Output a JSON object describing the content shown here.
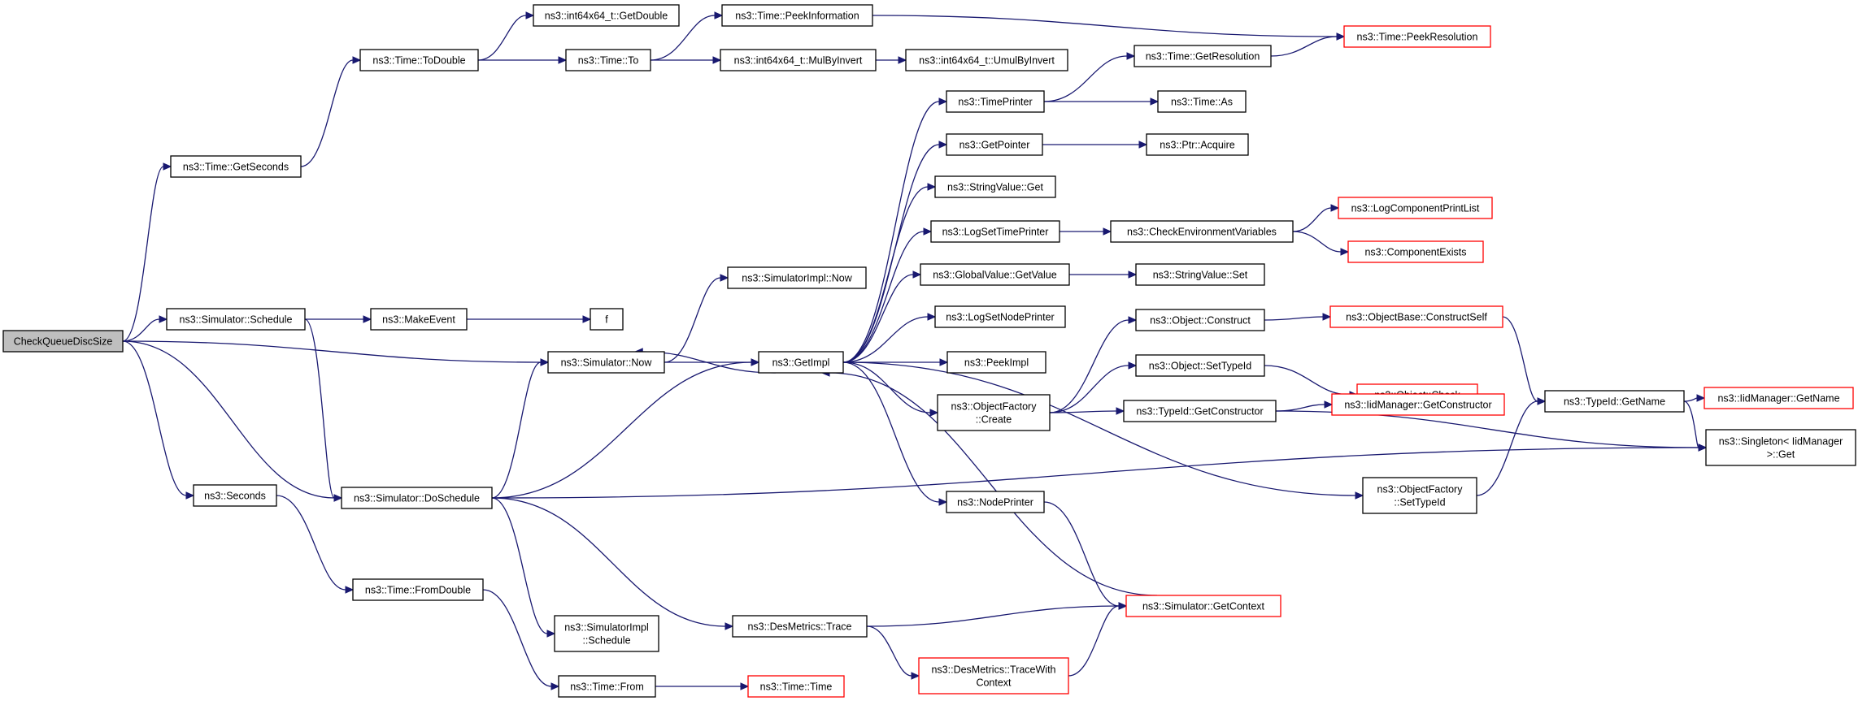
{
  "graph": {
    "nodes": [
      {
        "id": "n0",
        "lines": [
          "CheckQueueDiscSize"
        ],
        "style": "root"
      },
      {
        "id": "n1",
        "lines": [
          "ns3::Time::GetSeconds"
        ],
        "style": "normal"
      },
      {
        "id": "n2",
        "lines": [
          "ns3::Time::ToDouble"
        ],
        "style": "normal"
      },
      {
        "id": "n3",
        "lines": [
          "ns3::int64x64_t::GetDouble"
        ],
        "style": "normal"
      },
      {
        "id": "n4",
        "lines": [
          "ns3::Time::To"
        ],
        "style": "normal"
      },
      {
        "id": "n5",
        "lines": [
          "ns3::Time::PeekInformation"
        ],
        "style": "normal"
      },
      {
        "id": "n6",
        "lines": [
          "ns3::Time::PeekResolution"
        ],
        "style": "red"
      },
      {
        "id": "n7",
        "lines": [
          "ns3::int64x64_t::MulByInvert"
        ],
        "style": "normal"
      },
      {
        "id": "n8",
        "lines": [
          "ns3::int64x64_t::UmulByInvert"
        ],
        "style": "normal"
      },
      {
        "id": "n9",
        "lines": [
          "ns3::Simulator::Schedule"
        ],
        "style": "normal"
      },
      {
        "id": "n10",
        "lines": [
          "ns3::MakeEvent"
        ],
        "style": "normal"
      },
      {
        "id": "n11",
        "lines": [
          "f"
        ],
        "style": "normal"
      },
      {
        "id": "n12",
        "lines": [
          "ns3::Simulator::Now"
        ],
        "style": "normal"
      },
      {
        "id": "n13",
        "lines": [
          "ns3::SimulatorImpl::Now"
        ],
        "style": "normal"
      },
      {
        "id": "n14",
        "lines": [
          "ns3::GetImpl"
        ],
        "style": "normal"
      },
      {
        "id": "n15",
        "lines": [
          "ns3::TimePrinter"
        ],
        "style": "normal"
      },
      {
        "id": "n16",
        "lines": [
          "ns3::Time::GetResolution"
        ],
        "style": "normal"
      },
      {
        "id": "n17",
        "lines": [
          "ns3::Time::As"
        ],
        "style": "normal"
      },
      {
        "id": "n18",
        "lines": [
          "ns3::GetPointer"
        ],
        "style": "normal"
      },
      {
        "id": "n19",
        "lines": [
          "ns3::Ptr::Acquire"
        ],
        "style": "normal"
      },
      {
        "id": "n20",
        "lines": [
          "ns3::StringValue::Get"
        ],
        "style": "normal"
      },
      {
        "id": "n21",
        "lines": [
          "ns3::LogSetTimePrinter"
        ],
        "style": "normal"
      },
      {
        "id": "n22",
        "lines": [
          "ns3::CheckEnvironmentVariables"
        ],
        "style": "normal"
      },
      {
        "id": "n23",
        "lines": [
          "ns3::LogComponentPrintList"
        ],
        "style": "red"
      },
      {
        "id": "n24",
        "lines": [
          "ns3::ComponentExists"
        ],
        "style": "red"
      },
      {
        "id": "n25",
        "lines": [
          "ns3::GlobalValue::GetValue"
        ],
        "style": "normal"
      },
      {
        "id": "n26",
        "lines": [
          "ns3::StringValue::Set"
        ],
        "style": "normal"
      },
      {
        "id": "n27",
        "lines": [
          "ns3::LogSetNodePrinter"
        ],
        "style": "normal"
      },
      {
        "id": "n28",
        "lines": [
          "ns3::PeekImpl"
        ],
        "style": "normal"
      },
      {
        "id": "n29",
        "lines": [
          "ns3::ObjectFactory",
          "::Create"
        ],
        "style": "normal"
      },
      {
        "id": "n30",
        "lines": [
          "ns3::Object::Construct"
        ],
        "style": "normal"
      },
      {
        "id": "n31",
        "lines": [
          "ns3::ObjectBase::ConstructSelf"
        ],
        "style": "red"
      },
      {
        "id": "n32",
        "lines": [
          "ns3::Object::SetTypeId"
        ],
        "style": "normal"
      },
      {
        "id": "n33",
        "lines": [
          "ns3::Object::Check"
        ],
        "style": "red"
      },
      {
        "id": "n34",
        "lines": [
          "ns3::TypeId::GetConstructor"
        ],
        "style": "normal"
      },
      {
        "id": "n35",
        "lines": [
          "ns3::IidManager::GetConstructor"
        ],
        "style": "red"
      },
      {
        "id": "n36",
        "lines": [
          "ns3::TypeId::GetName"
        ],
        "style": "normal"
      },
      {
        "id": "n37",
        "lines": [
          "ns3::IidManager::GetName"
        ],
        "style": "red"
      },
      {
        "id": "n38",
        "lines": [
          "ns3::Singleton< IidManager",
          ">::Get"
        ],
        "style": "normal"
      },
      {
        "id": "n39",
        "lines": [
          "ns3::Seconds"
        ],
        "style": "normal"
      },
      {
        "id": "n40",
        "lines": [
          "ns3::Simulator::DoSchedule"
        ],
        "style": "normal"
      },
      {
        "id": "n41",
        "lines": [
          "ns3::NodePrinter"
        ],
        "style": "normal"
      },
      {
        "id": "n42",
        "lines": [
          "ns3::ObjectFactory",
          "::SetTypeId"
        ],
        "style": "normal"
      },
      {
        "id": "n43",
        "lines": [
          "ns3::Time::FromDouble"
        ],
        "style": "normal"
      },
      {
        "id": "n44",
        "lines": [
          "ns3::SimulatorImpl",
          "::Schedule"
        ],
        "style": "normal"
      },
      {
        "id": "n45",
        "lines": [
          "ns3::DesMetrics::Trace"
        ],
        "style": "normal"
      },
      {
        "id": "n46",
        "lines": [
          "ns3::Simulator::GetContext"
        ],
        "style": "red"
      },
      {
        "id": "n47",
        "lines": [
          "ns3::DesMetrics::TraceWith",
          "Context"
        ],
        "style": "red"
      },
      {
        "id": "n48",
        "lines": [
          "ns3::Time::From"
        ],
        "style": "normal"
      },
      {
        "id": "n49",
        "lines": [
          "ns3::Time::Time"
        ],
        "style": "red"
      }
    ],
    "edges": [
      [
        "n0",
        "n1"
      ],
      [
        "n0",
        "n9"
      ],
      [
        "n0",
        "n12"
      ],
      [
        "n0",
        "n39"
      ],
      [
        "n0",
        "n40"
      ],
      [
        "n1",
        "n2"
      ],
      [
        "n2",
        "n3"
      ],
      [
        "n2",
        "n4"
      ],
      [
        "n4",
        "n5"
      ],
      [
        "n4",
        "n7"
      ],
      [
        "n5",
        "n6"
      ],
      [
        "n7",
        "n8"
      ],
      [
        "n9",
        "n10"
      ],
      [
        "n9",
        "n40"
      ],
      [
        "n10",
        "n11"
      ],
      [
        "n12",
        "n13"
      ],
      [
        "n12",
        "n14"
      ],
      [
        "n14",
        "n15"
      ],
      [
        "n14",
        "n18"
      ],
      [
        "n14",
        "n20"
      ],
      [
        "n14",
        "n21"
      ],
      [
        "n14",
        "n25"
      ],
      [
        "n14",
        "n27"
      ],
      [
        "n14",
        "n28"
      ],
      [
        "n14",
        "n29"
      ],
      [
        "n14",
        "n41"
      ],
      [
        "n14",
        "n42"
      ],
      [
        "n14",
        "n12"
      ],
      [
        "n15",
        "n16"
      ],
      [
        "n15",
        "n17"
      ],
      [
        "n16",
        "n6"
      ],
      [
        "n18",
        "n19"
      ],
      [
        "n21",
        "n22"
      ],
      [
        "n22",
        "n23"
      ],
      [
        "n22",
        "n24"
      ],
      [
        "n25",
        "n26"
      ],
      [
        "n29",
        "n30"
      ],
      [
        "n29",
        "n32"
      ],
      [
        "n29",
        "n34"
      ],
      [
        "n30",
        "n31"
      ],
      [
        "n31",
        "n36"
      ],
      [
        "n32",
        "n33"
      ],
      [
        "n34",
        "n35"
      ],
      [
        "n34",
        "n38"
      ],
      [
        "n36",
        "n37"
      ],
      [
        "n36",
        "n38"
      ],
      [
        "n42",
        "n36"
      ],
      [
        "n39",
        "n43"
      ],
      [
        "n43",
        "n48"
      ],
      [
        "n48",
        "n49"
      ],
      [
        "n40",
        "n12"
      ],
      [
        "n40",
        "n14"
      ],
      [
        "n40",
        "n44"
      ],
      [
        "n40",
        "n45"
      ],
      [
        "n40",
        "n38"
      ],
      [
        "n41",
        "n46"
      ],
      [
        "n45",
        "n46"
      ],
      [
        "n45",
        "n47"
      ],
      [
        "n47",
        "n46"
      ],
      [
        "n46",
        "n14"
      ]
    ]
  }
}
